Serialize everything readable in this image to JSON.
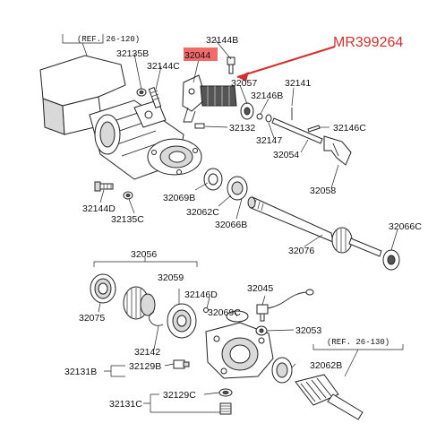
{
  "colors": {
    "callout": "#d0312d",
    "highlight": "#f26b6b",
    "ink": "#222222"
  },
  "callout_part_number": "MR399264",
  "refs": {
    "upper": "(REF. 26-120)",
    "lower": "(REF. 26-130)"
  },
  "labels": {
    "l32144B": "32144B",
    "l32044": "32044",
    "l32135B": "32135B",
    "l32144C": "32144C",
    "l32057": "32057",
    "l32141": "32141",
    "l32146B": "32146B",
    "l32132": "32132",
    "l32147": "32147",
    "l32146C": "32146C",
    "l32054": "32054",
    "l32058": "32058",
    "l32144D": "32144D",
    "l32135C": "32135C",
    "l32069B": "32069B",
    "l32062C": "32062C",
    "l32066B": "32066B",
    "l32066C": "32066C",
    "l32076": "32076",
    "l32056": "32056",
    "l32059": "32059",
    "l32146D": "32146D",
    "l32045": "32045",
    "l32075": "32075",
    "l32069C": "32069C",
    "l32053": "32053",
    "l32142": "32142",
    "l32131B": "32131B",
    "l32129B": "32129B",
    "l32062B": "32062B",
    "l32131C": "32131C",
    "l32129C": "32129C"
  }
}
